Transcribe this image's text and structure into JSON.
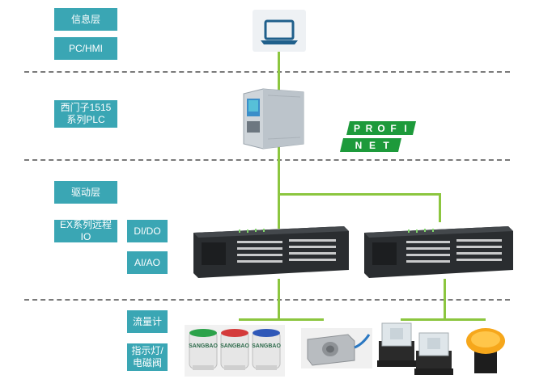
{
  "layers": {
    "info_layer": "信息层",
    "pc_hmi": "PC/HMI",
    "plc_label": "西门子1515系列PLC",
    "drive_layer": "驱动层",
    "ex_remote_io": "EX系列远程IO",
    "di_do": "DI/DO",
    "ai_ao": "AI/AO",
    "flow_meter": "流量计",
    "indicator_valve": "指示灯/电磁阀"
  },
  "logos": {
    "profinet_row1": [
      "P",
      "R",
      "O",
      "F",
      "I"
    ],
    "profinet_row2": [
      "N",
      "E",
      "T"
    ]
  },
  "sensor_brand": "SANGBAO",
  "colors": {
    "label_bg": "#3aa6b4",
    "wire": "#8cc63f",
    "profinet": "#1d9a3b",
    "dash": "#7a7a7a"
  }
}
